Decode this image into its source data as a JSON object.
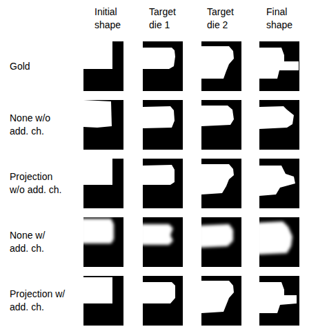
{
  "diagram": {
    "labels": [
      "Initial shape",
      "Target die 1",
      "Target die 2",
      "Final shape",
      "Gold",
      "None w/o add. ch.",
      "Projection w/o add. ch.",
      "None w/ add. ch.",
      "Projection w/ add. ch."
    ]
  }
}
